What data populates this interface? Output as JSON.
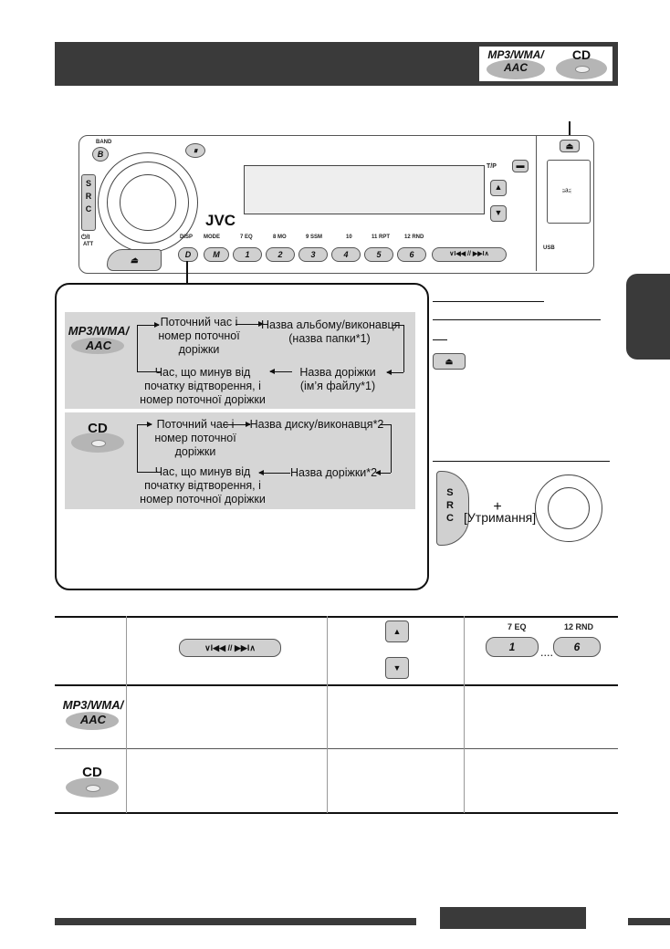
{
  "header": {
    "format_logo": "MP3/WMA/",
    "format_logo_sub": "AAC",
    "cd_logo": "CD"
  },
  "unit": {
    "brand": "JVC",
    "band_label": "BAND",
    "src_letters": [
      "S",
      "R",
      "C"
    ],
    "power_label": "⏻/I",
    "att_label": "ATT",
    "tp_label": "T/P",
    "usb_label": "USB",
    "top_labels": [
      "DISP",
      "MODE",
      "7  EQ",
      "8  MO",
      "9  SSM",
      "10",
      "11  RPT",
      "12  RND"
    ],
    "buttons": [
      "D",
      "M",
      "1",
      "2",
      "3",
      "4",
      "5",
      "6"
    ],
    "button_b": "B",
    "skip_label": "∨I◀◀ // ▶▶I∧"
  },
  "flow": {
    "mp3": {
      "a": [
        "Поточний час і",
        "номер поточної",
        "доріжки"
      ],
      "b": [
        "Назва альбому/виконавця",
        "(назва папки*1)"
      ],
      "c": [
        "Назва доріжки",
        "(ім’я файлу*1)"
      ],
      "d": [
        "Час, що минув від",
        "початку відтворення, і",
        "номер поточної доріжки"
      ]
    },
    "cd": {
      "a": [
        "Поточний час і",
        "номер поточної",
        "доріжки"
      ],
      "b": "Назва диску/виконавця*2",
      "c": "Назва доріжки*2",
      "d": [
        "Час, що минув від",
        "початку відтворення, і",
        "номер поточної доріжки"
      ]
    }
  },
  "side": {
    "plus": "+",
    "hold": "[Утримання]"
  },
  "table": {
    "preset_left_label": "7  EQ",
    "preset_right_label": "12  RND",
    "preset_left": "1",
    "preset_right": "6",
    "dots": "....",
    "skip_label": "∨I◀◀ // ▶▶I∧"
  }
}
